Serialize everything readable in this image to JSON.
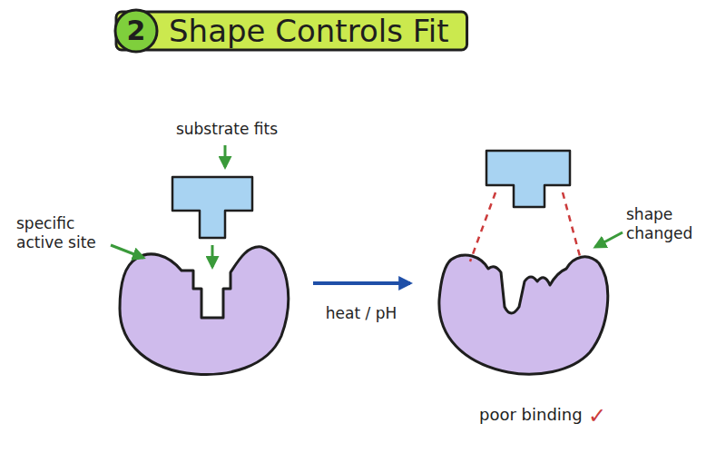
{
  "diagram": {
    "title": "Shape Controls Fit",
    "labels": [
      "2",
      "substrate fits",
      "specific active site",
      "heat / pH",
      "shape changed",
      "poor binding",
      "✓"
    ]
  }
}
